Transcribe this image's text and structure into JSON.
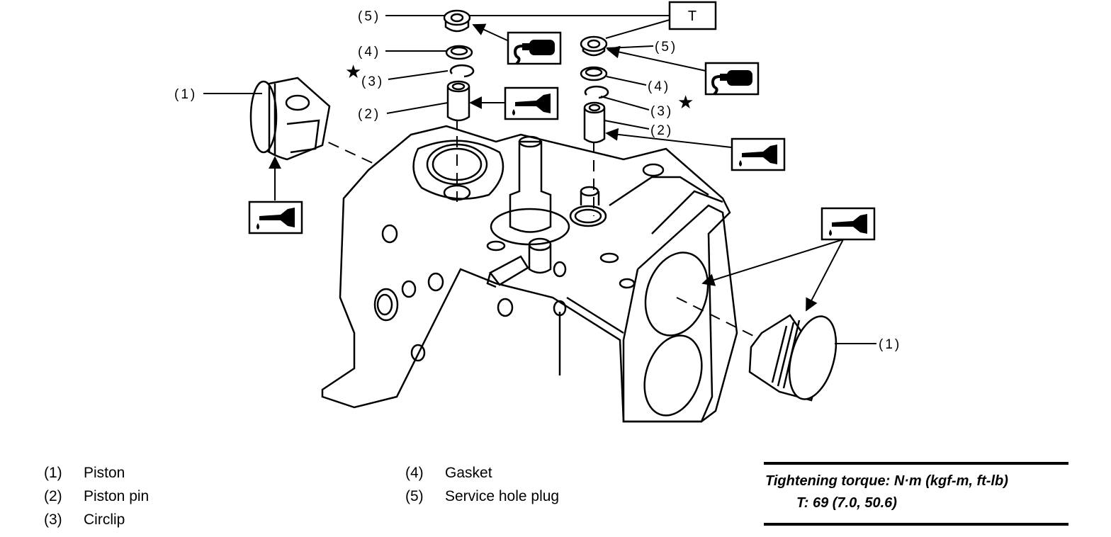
{
  "diagram": {
    "callouts": {
      "left_piston": "(1)",
      "right_piston": "(1)",
      "left_pin": "(2)",
      "right_pin": "(2)",
      "left_circlip": "(3)",
      "right_circlip": "(3)",
      "left_gasket": "(4)",
      "right_gasket": "(4)",
      "left_plug": "(5)",
      "right_plug": "(5)"
    },
    "torque_box_label": "T",
    "replace_mark": "★",
    "icons": [
      "sealant-icon",
      "sealant-icon",
      "engine-oil-icon",
      "engine-oil-icon",
      "engine-oil-icon",
      "engine-oil-icon"
    ]
  },
  "legend": {
    "items": [
      {
        "num": "(1)",
        "label": "Piston"
      },
      {
        "num": "(2)",
        "label": "Piston pin"
      },
      {
        "num": "(3)",
        "label": "Circlip"
      },
      {
        "num": "(4)",
        "label": "Gasket"
      },
      {
        "num": "(5)",
        "label": "Service hole plug"
      }
    ]
  },
  "torque": {
    "heading": "Tightening torque: N·m (kgf-m, ft-lb)",
    "value": "T: 69 (7.0, 50.6)"
  }
}
